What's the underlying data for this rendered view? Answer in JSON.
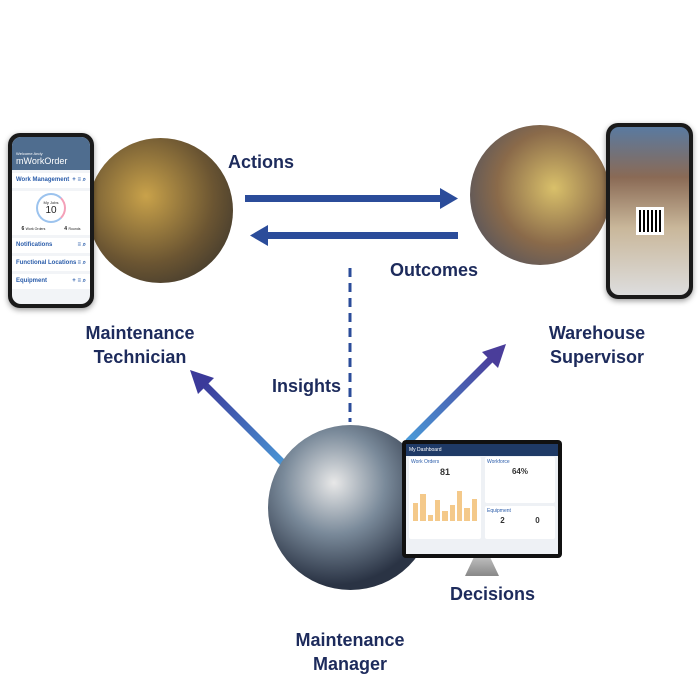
{
  "labels": {
    "actions": "Actions",
    "outcomes": "Outcomes",
    "insights": "Insights",
    "decisions": "Decisions",
    "technician": [
      "Maintenance",
      "Technician"
    ],
    "supervisor": [
      "Warehouse",
      "Supervisor"
    ],
    "manager": [
      "Maintenance",
      "Manager"
    ]
  },
  "phone_left": {
    "greeting": "Welcome Andy",
    "app_title": "mWorkOrder",
    "sections": [
      "Work Management",
      "Notifications",
      "Functional Locations",
      "Equipment"
    ],
    "my_jobs_label": "My Jobs",
    "my_jobs_value": "10",
    "work_orders_value": "6",
    "work_orders_label": "Work Orders",
    "rounds_value": "4",
    "rounds_label": "Rounds"
  },
  "monitor": {
    "title": "My Dashboard",
    "cards": [
      "Work Orders",
      "Workforce",
      "Equipment"
    ],
    "work_orders_value": "81",
    "workforce_value": "64%",
    "equipment_values": [
      "2",
      "0"
    ]
  },
  "colors": {
    "text": "#1d2b5c",
    "arrow_dark": "#2b4c9a",
    "arrow_purple": "#4a3d9a"
  }
}
